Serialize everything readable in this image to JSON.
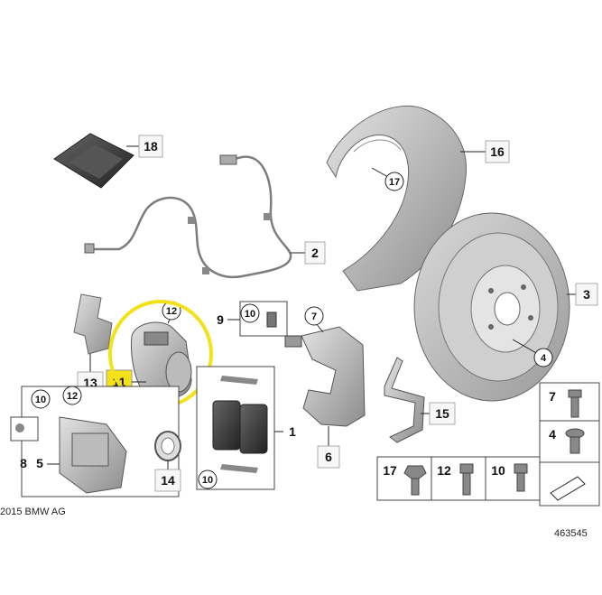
{
  "callouts": {
    "c1": "1",
    "c2": "2",
    "c3": "3",
    "c4": "4",
    "c5": "5",
    "c6": "6",
    "c7": "7",
    "c8": "8",
    "c9": "9",
    "c10": "10",
    "c11": "11",
    "c12": "12",
    "c13": "13",
    "c14": "14",
    "c15": "15",
    "c16": "16",
    "c17": "17",
    "c18": "18"
  },
  "legend": {
    "row1": [
      "17",
      "12",
      "10"
    ],
    "side": [
      "7",
      "4"
    ]
  },
  "copyright": "2015 BMW AG",
  "diagram_number": "463545",
  "highlight_color": "#f3e21a"
}
